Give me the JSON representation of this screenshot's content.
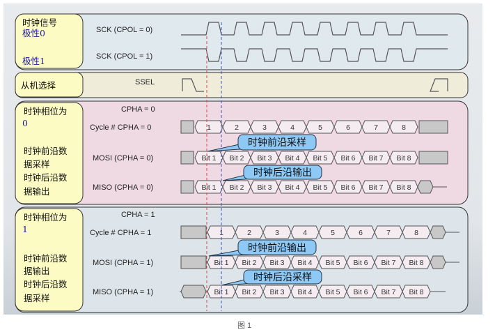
{
  "panels": {
    "clock": {
      "label_line1": "时钟信号",
      "label_pol0": "极性0",
      "label_pol1": "极性1",
      "signal_cpol0": "SCK (CPOL = 0)",
      "signal_cpol1": "SCK (CPOL = 1)"
    },
    "ssel": {
      "label": "从机选择",
      "signal": "SSEL"
    },
    "cpha0": {
      "label_line1": "时钟相位为",
      "label_line2": "0",
      "label_line3": "时钟前沿数",
      "label_line4": "据采样",
      "label_line5": "时钟后沿数",
      "label_line6": "据输出",
      "header": "CPHA = 0",
      "row_cycle": "Cycle # CPHA = 0",
      "row_mosi": "MOSI (CPHA = 0)",
      "row_miso": "MISO (CPHA = 0)",
      "callout_1": "时钟前沿采样",
      "callout_2": "时钟后沿输出"
    },
    "cpha1": {
      "label_line1": "时钟相位为",
      "label_line2": "1",
      "label_line3": "时钟前沿数",
      "label_line4": "据输出",
      "label_line5": "时钟后沿数",
      "label_line6": "据采样",
      "header": "CPHA = 1",
      "row_cycle": "Cycle # CPHA = 1",
      "row_mosi": "MOSI (CPHA = 1)",
      "row_miso": "MISO (CPHA = 1)",
      "callout_1": "时钟前沿输出",
      "callout_2": "时钟后沿采样"
    }
  },
  "cycle_labels": [
    "1",
    "2",
    "3",
    "4",
    "5",
    "6",
    "7",
    "8"
  ],
  "bit_labels": [
    "Bit 1",
    "Bit 2",
    "Bit 3",
    "Bit 4",
    "Bit 5",
    "Bit 6",
    "Bit 7",
    "Bit 8"
  ],
  "caption": "图 1",
  "colors": {
    "clock_panel": "#dfe9ee",
    "ssel_panel": "#efecd9",
    "cpha0_panel": "#efd9e3",
    "cpha1_panel": "#dde5ea",
    "label_box": "#fdfbc4",
    "callout": "#8ec8f4",
    "leading_edge_marker": "#d05050",
    "trailing_edge_marker": "#4050c0"
  }
}
